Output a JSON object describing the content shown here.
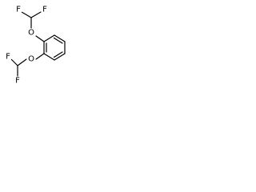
{
  "molecule": {
    "atoms": {
      "top_oxygen": "O",
      "bottom_oxygen": "O",
      "top_fluorine_left": "F",
      "top_fluorine_right": "F",
      "bottom_fluorine_left": "F",
      "bottom_fluorine_right": "F"
    }
  },
  "colors": {
    "background": "#ffffff",
    "bond": "#000000",
    "label": "#000000"
  }
}
